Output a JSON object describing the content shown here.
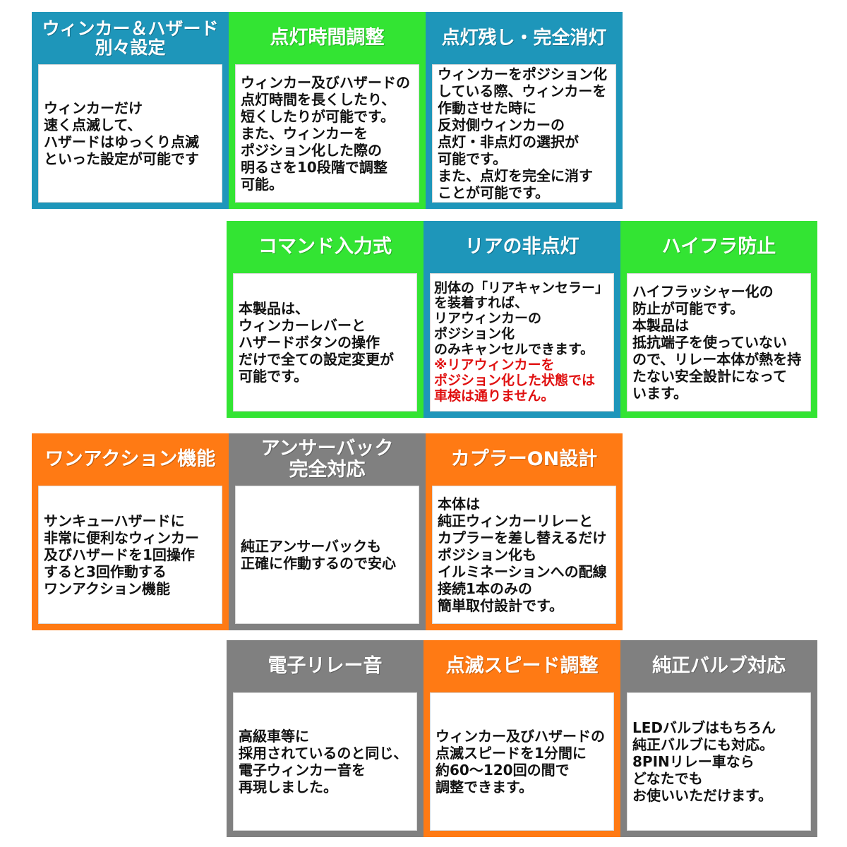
{
  "colors": {
    "blue": "#1e96ba",
    "green": "#33e433",
    "orange": "#ff7a14",
    "gray": "#808080",
    "note_red": "#e01010"
  },
  "cards": {
    "winker_hazard": {
      "title": "ウィンカー＆ハザード\n別々設定",
      "body": "ウィンカーだけ\n速く点滅して、\nハザードはゆっくり点滅\nといった設定が可能です"
    },
    "lighting_time": {
      "title": "点灯時間調整",
      "body": "ウィンカー及びハザードの\n点灯時間を長くしたり、\n短くしたりが可能です。\nまた、ウィンカーを\nポジション化した際の\n明るさを10段階で調整\n可能。"
    },
    "lighting_remain": {
      "title": "点灯残し・完全消灯",
      "body": "ウィンカーをポジション化\nしている際、ウィンカーを\n作動させた時に\n反対側ウィンカーの\n点灯・非点灯の選択が\n可能です。\nまた、点灯を完全に消す\nことが可能です。"
    },
    "command_input": {
      "title": "コマンド入力式",
      "body": "本製品は、\nウィンカーレバーと\nハザードボタンの操作\nだけで全ての設定変更が\n可能です。"
    },
    "rear_off": {
      "title": "リアの非点灯",
      "body": "別体の「リアキャンセラー」\nを装着すれば、\nリアウィンカーの\nポジション化\nのみキャンセルできます。",
      "note": "※リアウィンカーを\nポジション化した状態では\n車検は通りません。"
    },
    "hyper_flash": {
      "title": "ハイフラ防止",
      "body": "ハイフラッシャー化の\n防止が可能です。\n本製品は\n抵抗端子を使っていない\nので、リレー本体が熱を持\nたない安全設計になって\nいます。"
    },
    "one_action": {
      "title": "ワンアクション機能",
      "body": "サンキューハザードに\n非常に便利なウィンカー\n及びハザードを1回操作\nすると3回作動する\nワンアクション機能"
    },
    "answer_back": {
      "title": "アンサーバック\n完全対応",
      "body": "純正アンサーバックも\n正確に作動するので安心"
    },
    "coupler_on": {
      "title": "カプラーON設計",
      "body": "本体は\n純正ウィンカーリレーと\nカプラーを差し替えるだけ\nポジション化も\nイルミネーションへの配線\n接続1本のみの\n簡単取付設計です。"
    },
    "electronic_sound": {
      "title": "電子リレー音",
      "body": "高級車等に\n採用されているのと同じ、\n電子ウィンカー音を\n再現しました。"
    },
    "flash_speed": {
      "title": "点滅スピード調整",
      "body": "ウィンカー及びハザードの\n点滅スピードを1分間に\n約60～120回の間で\n調整できます。"
    },
    "genuine_bulb": {
      "title": "純正バルブ対応",
      "body": "LEDバルブはもちろん\n純正バルブにも対応。\n8PINリレー車なら\nどなたでも\nお使いいただけます。"
    }
  }
}
